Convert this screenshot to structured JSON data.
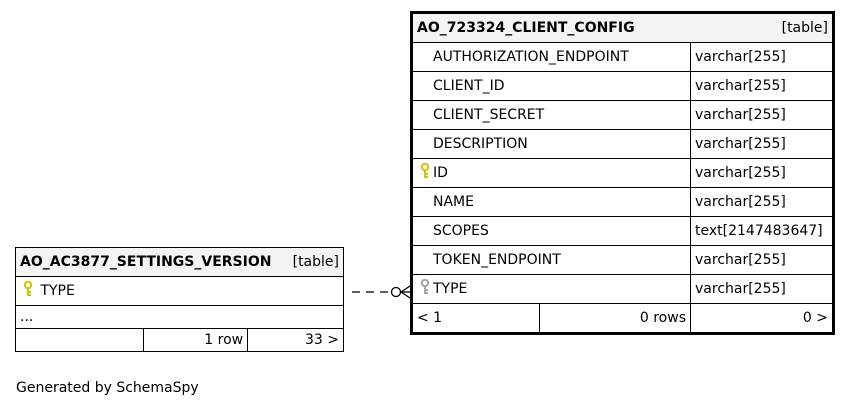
{
  "main_table": {
    "name": "AO_723324_CLIENT_CONFIG",
    "tag": "[table]",
    "columns": [
      {
        "name": "AUTHORIZATION_ENDPOINT",
        "type": "varchar[255]",
        "key": ""
      },
      {
        "name": "CLIENT_ID",
        "type": "varchar[255]",
        "key": ""
      },
      {
        "name": "CLIENT_SECRET",
        "type": "varchar[255]",
        "key": ""
      },
      {
        "name": "DESCRIPTION",
        "type": "varchar[255]",
        "key": ""
      },
      {
        "name": "ID",
        "type": "varchar[255]",
        "key": "primary"
      },
      {
        "name": "NAME",
        "type": "varchar[255]",
        "key": ""
      },
      {
        "name": "SCOPES",
        "type": "text[2147483647]",
        "key": ""
      },
      {
        "name": "TOKEN_ENDPOINT",
        "type": "varchar[255]",
        "key": ""
      },
      {
        "name": "TYPE",
        "type": "varchar[255]",
        "key": "foreign"
      }
    ],
    "footer": {
      "parents": "< 1",
      "rows": "0 rows",
      "children": "0 >"
    }
  },
  "small_table": {
    "name": "AO_AC3877_SETTINGS_VERSION",
    "tag": "[table]",
    "columns": [
      {
        "name": "TYPE",
        "key": "primary"
      }
    ],
    "ellipsis": "...",
    "footer": {
      "parents": "",
      "rows": "1 row",
      "children": "33 >"
    }
  },
  "colors": {
    "primary_key": "#d4c400",
    "foreign_key": "#a6a6a6",
    "header_bg": "#f4f4f4"
  },
  "footer_text": "Generated by SchemaSpy"
}
